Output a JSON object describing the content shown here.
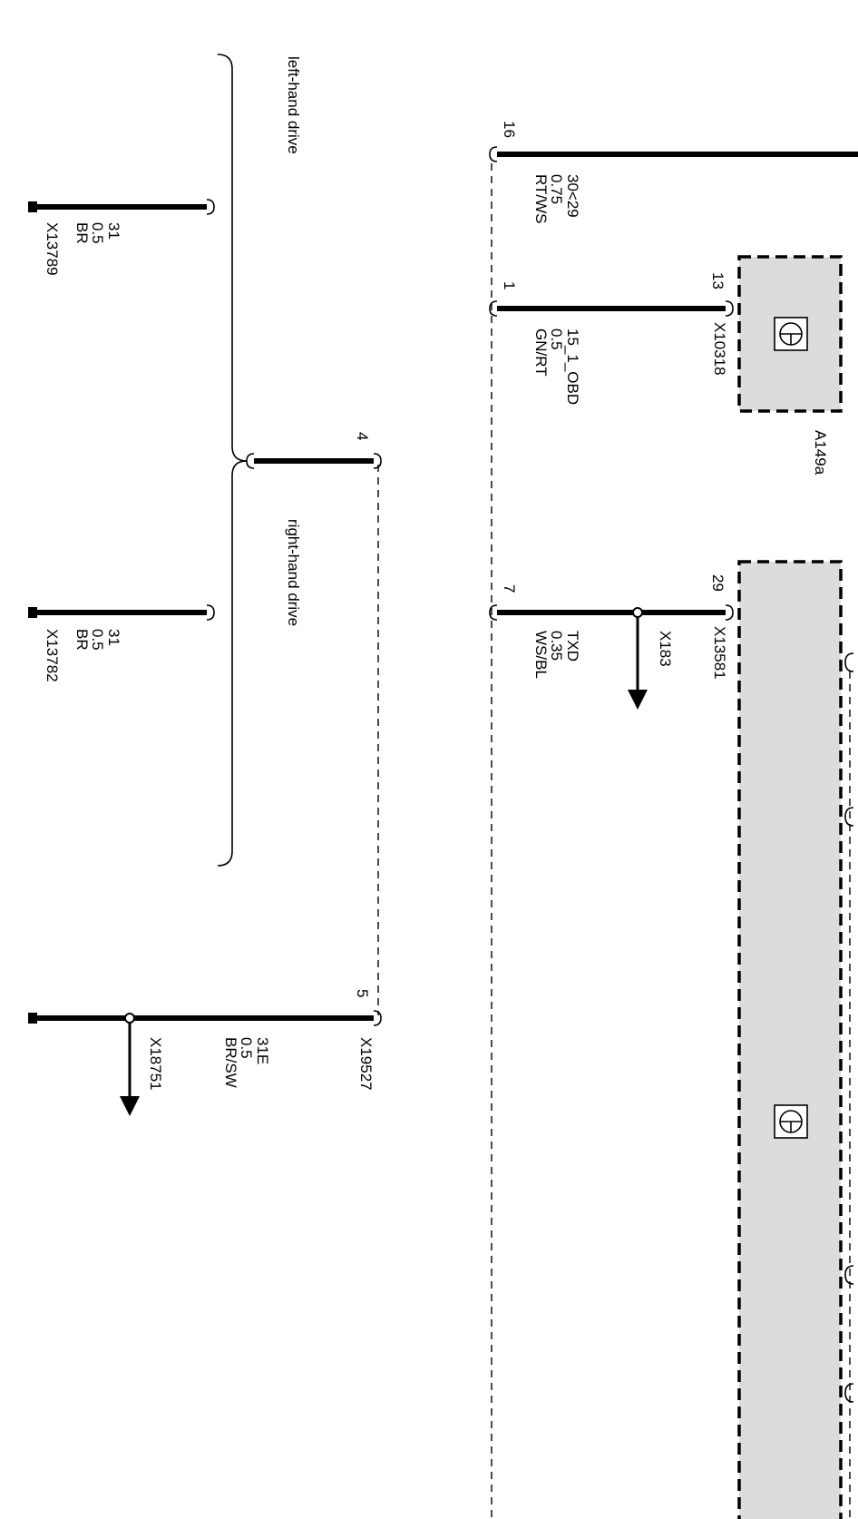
{
  "brace_labels": {
    "left_hand_drive": "left-hand drive",
    "right_hand_drive": "right-hand drive"
  },
  "components": {
    "a149a": {
      "code": "A149a",
      "connector": "X10318",
      "pin": "13"
    },
    "module": {
      "connector": "X13581",
      "pin": "29"
    }
  },
  "wires": {
    "w16": {
      "pin": "16",
      "signal": "30<29",
      "size": "0.75",
      "color": "RT/WS"
    },
    "w1": {
      "pin": "1",
      "signal": "15_1_OBD",
      "size": "0.5",
      "color": "GN/RT"
    },
    "w7": {
      "pin": "7",
      "signal": "TXD",
      "size": "0.35",
      "color": "WS/BL",
      "branch": "X183"
    },
    "w4": {
      "pin": "4"
    },
    "w5": {
      "pin": "5",
      "connector": "X19527",
      "signal": "31E",
      "size": "0.5",
      "color": "BR/SW",
      "branch": "X18751"
    }
  },
  "grounds": {
    "g1": {
      "signal": "31",
      "size": "0.5",
      "color": "BR",
      "connector": "X13789"
    },
    "g2": {
      "signal": "31",
      "size": "0.5",
      "color": "BR",
      "connector": "X13782"
    }
  }
}
